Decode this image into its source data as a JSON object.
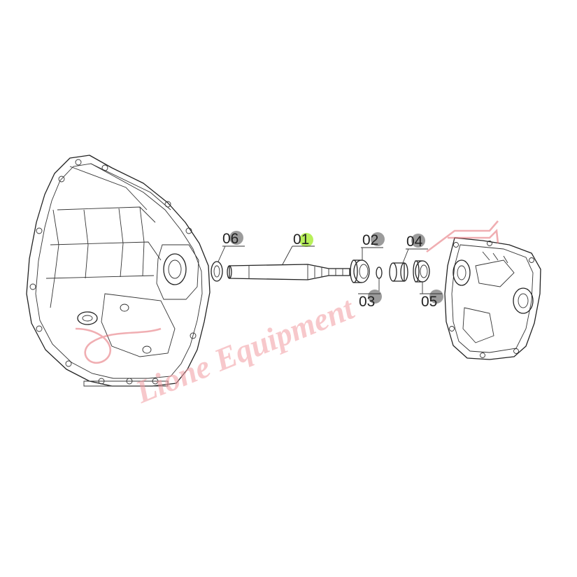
{
  "diagram": {
    "callouts": [
      {
        "id": "callout-01",
        "label": "01",
        "highlighted": true
      },
      {
        "id": "callout-02",
        "label": "02",
        "highlighted": false
      },
      {
        "id": "callout-03",
        "label": "03",
        "highlighted": false
      },
      {
        "id": "callout-04",
        "label": "04",
        "highlighted": false
      },
      {
        "id": "callout-05",
        "label": "05",
        "highlighted": false
      },
      {
        "id": "callout-06",
        "label": "06",
        "highlighted": false
      }
    ],
    "highlight_color": "#b8f05a",
    "marker_color": "#8e8e8e",
    "line_color": "#222222"
  },
  "watermark": {
    "text": "Lione Equipment"
  }
}
